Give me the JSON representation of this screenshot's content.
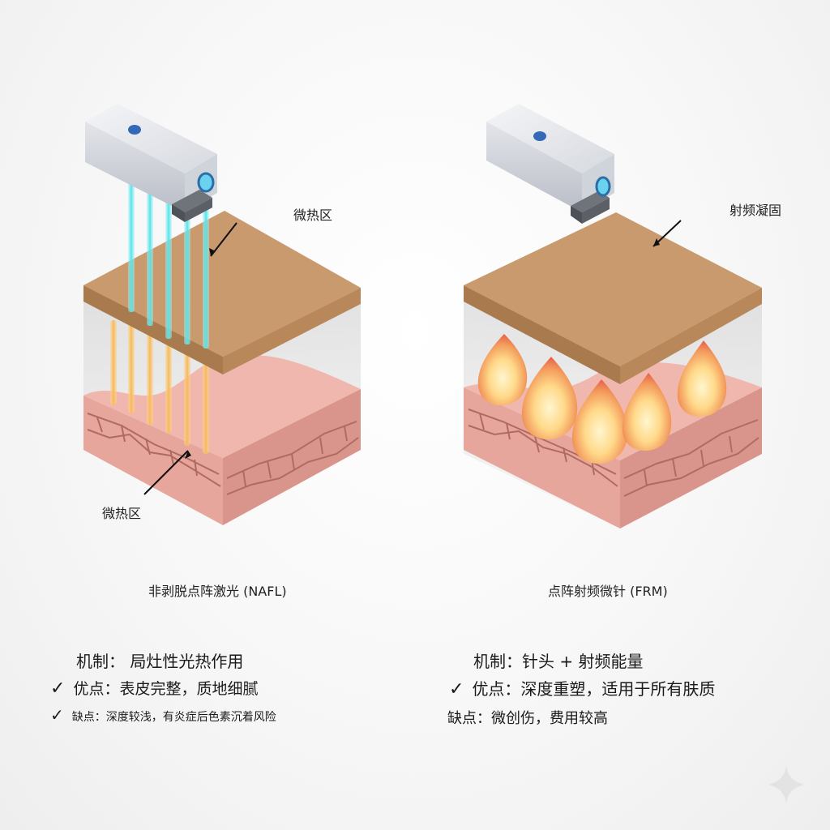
{
  "left_panel": {
    "label_top": "微热区",
    "label_bottom": "微热区",
    "caption": "非剥脱点阵激光 (NAFL)",
    "mechanism": "机制：  局灶性光热作用",
    "pros": "优点：表皮完整，质地细腻",
    "cons": "缺点：深度较浅，有炎症后色素沉着风险"
  },
  "right_panel": {
    "label_top": "射频凝固",
    "caption": "点阵射频微针 (FRM)",
    "mechanism": "机制：针头 + 射频能量",
    "pros": "优点：深度重塑，适用于所有肤质",
    "cons": "缺点：微创伤，费用较高"
  },
  "icons": {
    "check": "✓",
    "sparkle": "sparkle-icon"
  },
  "colors": {
    "top_layer": "#c8996d",
    "dermis": "#e8a9a0",
    "laser_beam": "#52e2e8",
    "thermal_column": "#f7b85c",
    "needle": "#c99a3a",
    "coagulation": "#f08a4a"
  }
}
